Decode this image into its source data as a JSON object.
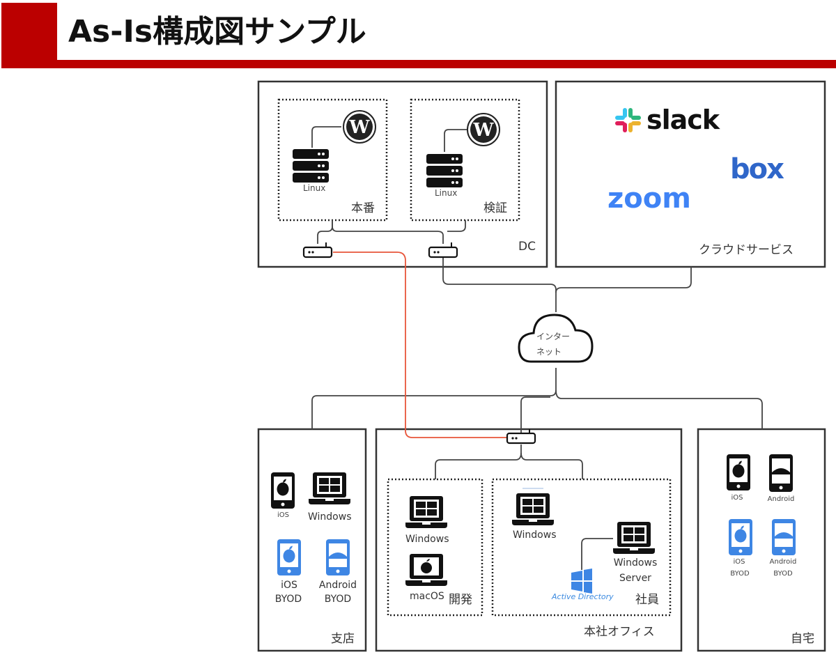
{
  "title": "As-Is構成図サンプル",
  "colors": {
    "accent_red": "#bb0000",
    "vpn_line": "#e8553a",
    "byod_blue": "#3e86e4",
    "zoom_blue": "#3f83f5",
    "box_blue": "#2f66c9",
    "active_directory_blue": "#3b8ae0"
  },
  "dc": {
    "zone_label": "DC",
    "production": {
      "label": "本番",
      "server_label": "Linux",
      "app_icon": "wordpress-icon"
    },
    "staging": {
      "label": "検証",
      "server_label": "Linux",
      "app_icon": "wordpress-icon"
    }
  },
  "cloud_services": {
    "zone_label": "クラウドサービス",
    "services": [
      "slack",
      "box",
      "zoom"
    ]
  },
  "internet": {
    "line1": "インター",
    "line2": "ネット"
  },
  "branch": {
    "zone_label": "支店",
    "devices": [
      {
        "label": "iOS",
        "type": "phone",
        "os": "ios",
        "byod": false
      },
      {
        "label": "Windows",
        "type": "laptop",
        "os": "windows",
        "byod": false
      },
      {
        "label": "iOS",
        "label2": "BYOD",
        "type": "phone",
        "os": "ios",
        "byod": true
      },
      {
        "label": "Android",
        "label2": "BYOD",
        "type": "phone",
        "os": "android",
        "byod": true
      }
    ]
  },
  "head_office": {
    "zone_label": "本社オフィス",
    "dev_group": {
      "label": "開発",
      "devices": [
        {
          "label": "Windows",
          "type": "laptop",
          "os": "windows"
        },
        {
          "label": "macOS",
          "type": "laptop",
          "os": "macos"
        }
      ]
    },
    "staff_group": {
      "label": "社員",
      "devices": [
        {
          "label": "Windows",
          "type": "laptop",
          "os": "windows"
        },
        {
          "label": "Windows",
          "label2": "Server",
          "type": "laptop",
          "os": "windows"
        }
      ],
      "directory": "Active Directory"
    }
  },
  "home": {
    "zone_label": "自宅",
    "devices": [
      {
        "label": "iOS",
        "type": "phone",
        "os": "ios",
        "byod": false
      },
      {
        "label": "Android",
        "type": "phone",
        "os": "android",
        "byod": false
      },
      {
        "label": "iOS",
        "label2": "BYOD",
        "type": "phone",
        "os": "ios",
        "byod": true
      },
      {
        "label": "Android",
        "label2": "BYOD",
        "type": "phone",
        "os": "android",
        "byod": true
      }
    ]
  }
}
